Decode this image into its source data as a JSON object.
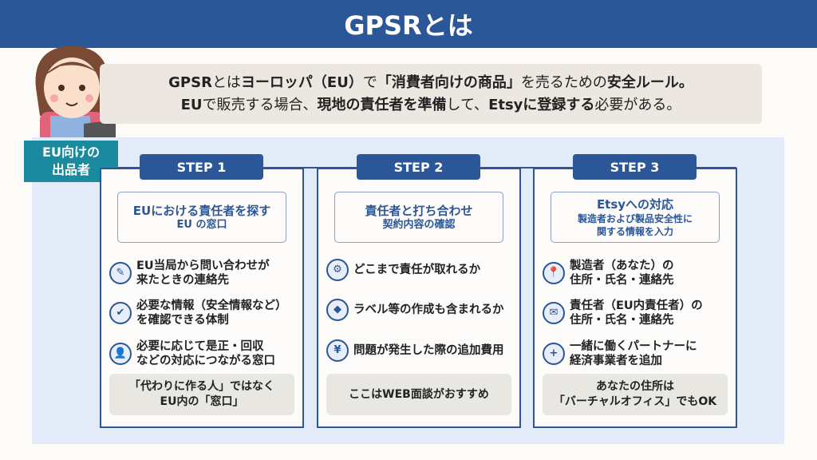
{
  "header": {
    "title": "GPSRとは"
  },
  "summary": {
    "line1": [
      {
        "t": "GPSR",
        "b": true
      },
      {
        "t": "とは",
        "b": false
      },
      {
        "t": "ヨーロッパ（EU）",
        "b": true
      },
      {
        "t": "で",
        "b": false
      },
      {
        "t": "「消費者向けの商品」",
        "b": true
      },
      {
        "t": "を売るための",
        "b": false
      },
      {
        "t": "安全ルール。",
        "b": true
      }
    ],
    "line2": [
      {
        "t": "EU",
        "b": true
      },
      {
        "t": "で販売する場合、",
        "b": false
      },
      {
        "t": "現地の責任者を準備",
        "b": true
      },
      {
        "t": "して、",
        "b": false
      },
      {
        "t": "Etsyに登録する",
        "b": true
      },
      {
        "t": "必要がある。",
        "b": false
      }
    ]
  },
  "tag": {
    "line1": "EU向けの",
    "line2": "出品者"
  },
  "steps": [
    {
      "label": "STEP 1",
      "title": "EUにおける責任者を探す",
      "subtitle": "EU の窓口",
      "items": [
        {
          "icon": "document-edit-icon",
          "glyph": "✎",
          "line1": "EU当局から問い合わせが",
          "line2": "来たときの連絡先"
        },
        {
          "icon": "check-icon",
          "glyph": "✔",
          "line1": "必要な情報（安全情報など）",
          "line2": "を確認できる体制"
        },
        {
          "icon": "person-icon",
          "glyph": "👤",
          "line1": "必要に応じて是正・回収",
          "line2": "などの対応につながる窓口"
        }
      ],
      "note1": "「代わりに作る人」ではなく",
      "note2": "EU内の「窓口」"
    },
    {
      "label": "STEP 2",
      "title": "責任者と打ち合わせ",
      "subtitle": "契約内容の確認",
      "items": [
        {
          "icon": "hands-gear-icon",
          "glyph": "⚙",
          "line1": "どこまで責任が取れるか",
          "line2": ""
        },
        {
          "icon": "label-tag-icon",
          "glyph": "◆",
          "line1": "ラベル等の作成も含まれるか",
          "line2": ""
        },
        {
          "icon": "money-hand-icon",
          "glyph": "¥",
          "line1": "問題が発生した際の追加費用",
          "line2": ""
        }
      ],
      "note1": "ここはWEB面談がおすすめ",
      "note2": ""
    },
    {
      "label": "STEP 3",
      "title": "Etsyへの対応",
      "subtitle": "製造者および製品安全性に\n関する情報を入力",
      "subtitle1": "製造者および製品安全性に",
      "subtitle2": "関する情報を入力",
      "items": [
        {
          "icon": "address-card-icon",
          "glyph": "📍",
          "line1": "製造者（あなた）の",
          "line2": "住所・氏名・連絡先"
        },
        {
          "icon": "envelope-location-icon",
          "glyph": "✉",
          "line1": "責任者（EU内責任者）の",
          "line2": "住所・氏名・連絡先"
        },
        {
          "icon": "add-user-icon",
          "glyph": "+",
          "line1": "一緒に働くパートナーに",
          "line2": "経済事業者を追加"
        }
      ],
      "note1": "あなたの住所は",
      "note2": "「バーチャルオフィス」でもOK"
    }
  ],
  "colors": {
    "primary": "#2b5697",
    "teal": "#1b8a9e",
    "panel": "#e2ebf7",
    "summary": "#ece8e1"
  }
}
